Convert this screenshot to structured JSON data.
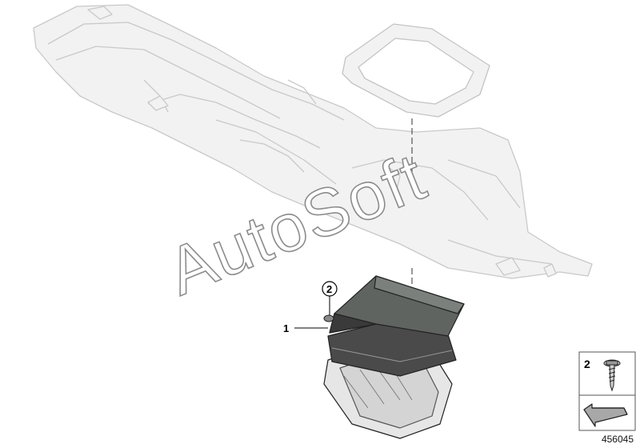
{
  "diagram": {
    "watermark": "AutoSoft",
    "callouts": [
      {
        "label": "1"
      },
      {
        "label": "2"
      }
    ],
    "legend": {
      "item_label": "2"
    },
    "document_number": "456045"
  }
}
